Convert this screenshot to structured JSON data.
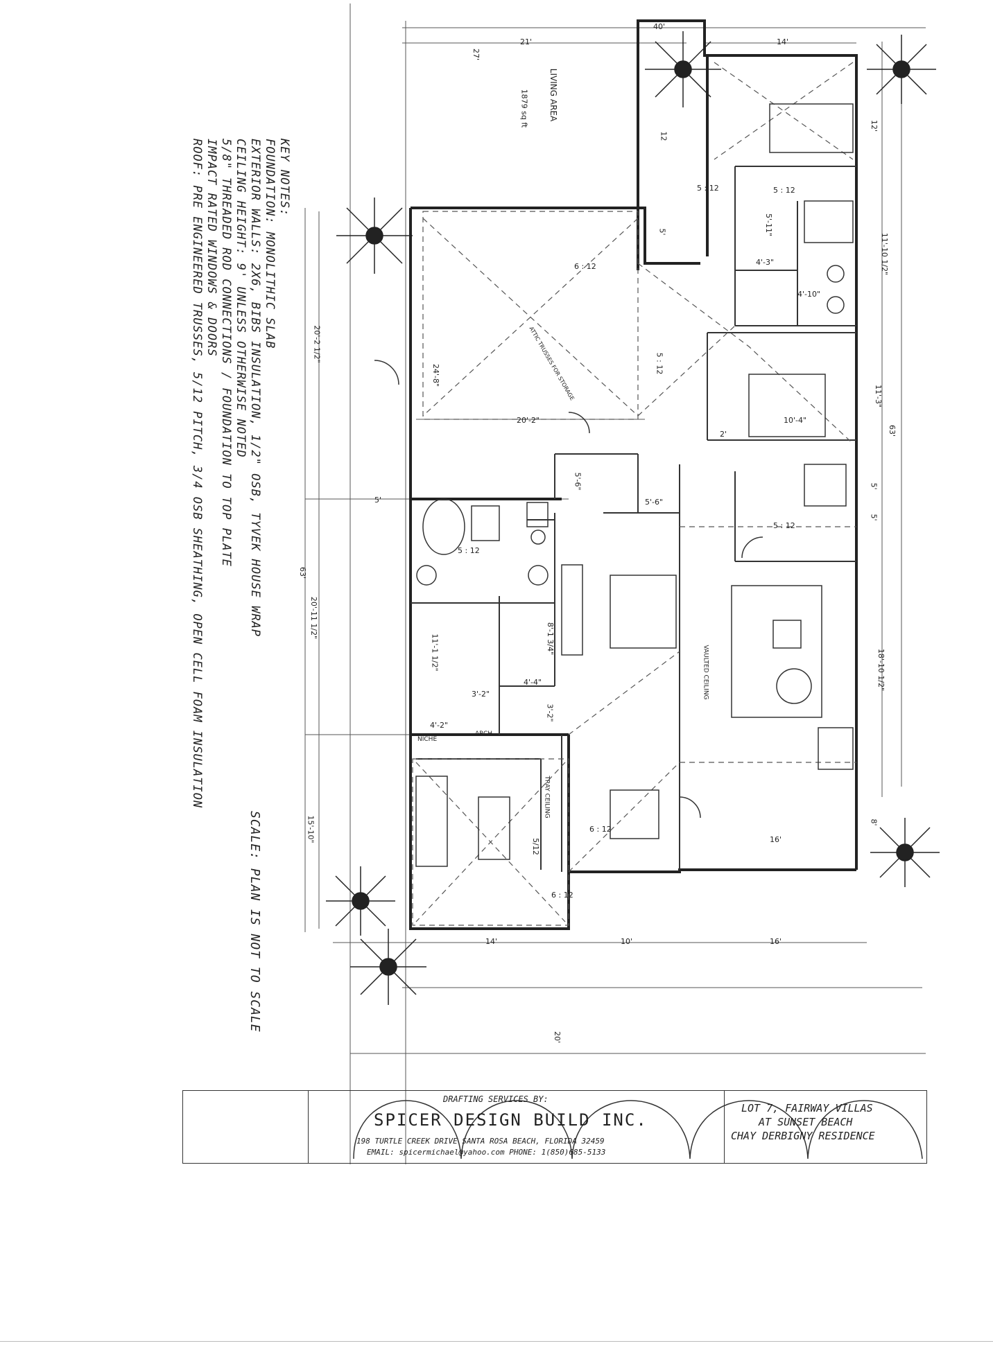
{
  "key_notes": {
    "heading": "KEY NOTES:",
    "lines": [
      "FOUNDATION: MONOLITHIC SLAB",
      "EXTERIOR WALLS: 2X6, BIBS INSULATION, 1/2\" OSB, TYVEK HOUSE WRAP",
      "CEILING HEIGHT: 9' UNLESS OTHERWISE NOTED",
      "5/8\" THREADED ROD CONNECTIONS / FOUNDATION TO TOP PLATE",
      "IMPACT RATED WINDOWS & DOORS",
      "ROOF: PRE ENGINEERED TRUSSES, 5/12 PITCH, 3/4 OSB SHEATHING, OPEN CELL FOAM INSULATION"
    ]
  },
  "scale_note": "SCALE: PLAN IS NOT TO SCALE",
  "plan_labels": {
    "living_area_title": "LIVING AREA",
    "living_area_value": "1879 sq ft",
    "vaulted": "VAULTED CEILING",
    "tray": "TRAY CEILING",
    "arch": "ARCH",
    "niche": "NICHE",
    "attic": "ATTIC TRUSSES FOR STORAGE"
  },
  "dimensions": {
    "top_40": "40'",
    "top_21": "21'",
    "top_14": "14'",
    "left_27": "27'",
    "ext_12": "12'",
    "ext_11_10": "11'-10 1/2\"",
    "ext_11_3": "11'-3\"",
    "ext_63_right": "63'",
    "ext_5a": "5'",
    "ext_5b": "5'",
    "ext_18_10": "18'-10 1/2\"",
    "ext_8": "8'",
    "left_20_2": "20'-2 1/2\"",
    "left_63": "63'",
    "left_5": "5'",
    "left_20_11": "20'-11 1/2\"",
    "left_15_10": "15'-10\"",
    "bot_14": "14'",
    "bot_10": "10'",
    "bot_16": "16'",
    "bot_20": "20'",
    "garage_24_8": "24'-8\"",
    "garage_20_2": "20'-2\"",
    "mid_16": "16'",
    "in_5_6": "5'-6\"",
    "in_5_6b": "5'-6\"",
    "in_10_4": "10'-4\"",
    "in_2": "2'",
    "in_4_3": "4'-3\"",
    "in_4_10": "4'-10\"",
    "in_5_11": "5'-11\"",
    "in_11_1": "11'-1 1/2\"",
    "in_4_2": "4'-2\"",
    "in_3_2": "3'-2\"",
    "in_4_4": "4'-4\"",
    "in_8_1": "8'-1 3/4\"",
    "in_3_2b": "3'-2\"",
    "in_5": "5'"
  },
  "pitches": {
    "p1": "5 : 12",
    "p2": "5 : 12",
    "p3": "6 : 12",
    "p4": "5 : 12",
    "p5": "5 : 12",
    "p6": "5 : 12",
    "p7": "6 : 12",
    "p8": "5/12",
    "p9": "6 : 12",
    "p10": "12"
  },
  "title_block": {
    "drafting": "DRAFTING SERVICES BY:",
    "company": "SPICER DESIGN BUILD INC.",
    "address": "198 TURTLE CREEK DRIVE SANTA ROSA BEACH, FLORIDA 32459",
    "email_line": "EMAIL: spicermichael@yahoo.com     PHONE: 1(850)685-5133",
    "lot_line1": "LOT 7, FAIRWAY VILLAS",
    "lot_line2": "AT SUNSET BEACH",
    "lot_line3": "CHAY DERBIGNY RESIDENCE"
  }
}
